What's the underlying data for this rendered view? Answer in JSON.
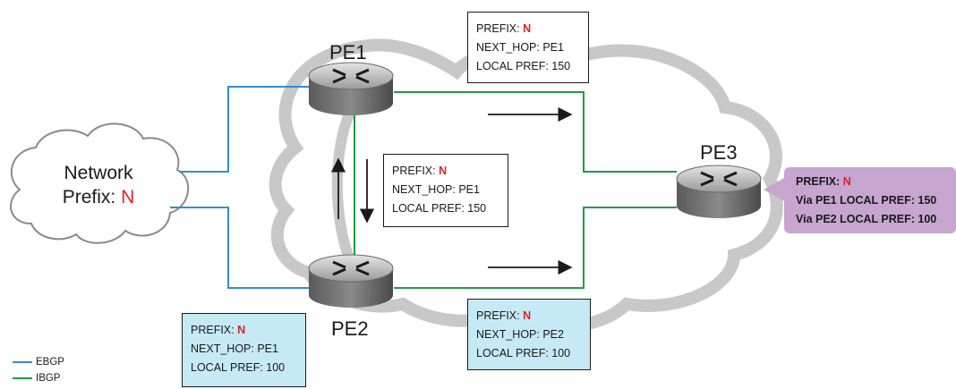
{
  "cloud": {
    "line1": "Network",
    "line2_prefix": "Prefix:",
    "line2_value": "N"
  },
  "routers": {
    "pe1": "PE1",
    "pe2": "PE2",
    "pe3": "PE3"
  },
  "boxes": {
    "top": {
      "prefix_label": "PREFIX:",
      "prefix_value": "N",
      "next_hop": "NEXT_HOP: PE1",
      "local_pref": "LOCAL PREF: 150"
    },
    "middle": {
      "prefix_label": "PREFIX:",
      "prefix_value": "N",
      "next_hop": "NEXT_HOP: PE1",
      "local_pref": "LOCAL PREF: 150"
    },
    "bottom_left": {
      "prefix_label": "PREFIX:",
      "prefix_value": "N",
      "next_hop": "NEXT_HOP: PE1",
      "local_pref": "LOCAL PREF: 100"
    },
    "bottom_mid": {
      "prefix_label": "PREFIX:",
      "prefix_value": "N",
      "next_hop": "NEXT_HOP: PE2",
      "local_pref": "LOCAL PREF: 100"
    }
  },
  "callout": {
    "prefix_label": "PREFIX:",
    "prefix_value": "N",
    "via1": "Via PE1 LOCAL PREF: 150",
    "via2": "Via PE2 LOCAL PREF: 100"
  },
  "legend": {
    "ebgp": "EBGP",
    "ibgp": "IBGP"
  },
  "colors": {
    "ebgp": "#2e8fd0",
    "ibgp": "#1f9a4a",
    "highlight": "#e0202a",
    "callout": "#c6a6cf",
    "box_blue": "#c6e9f6",
    "cloud": "#c8c8c8"
  }
}
